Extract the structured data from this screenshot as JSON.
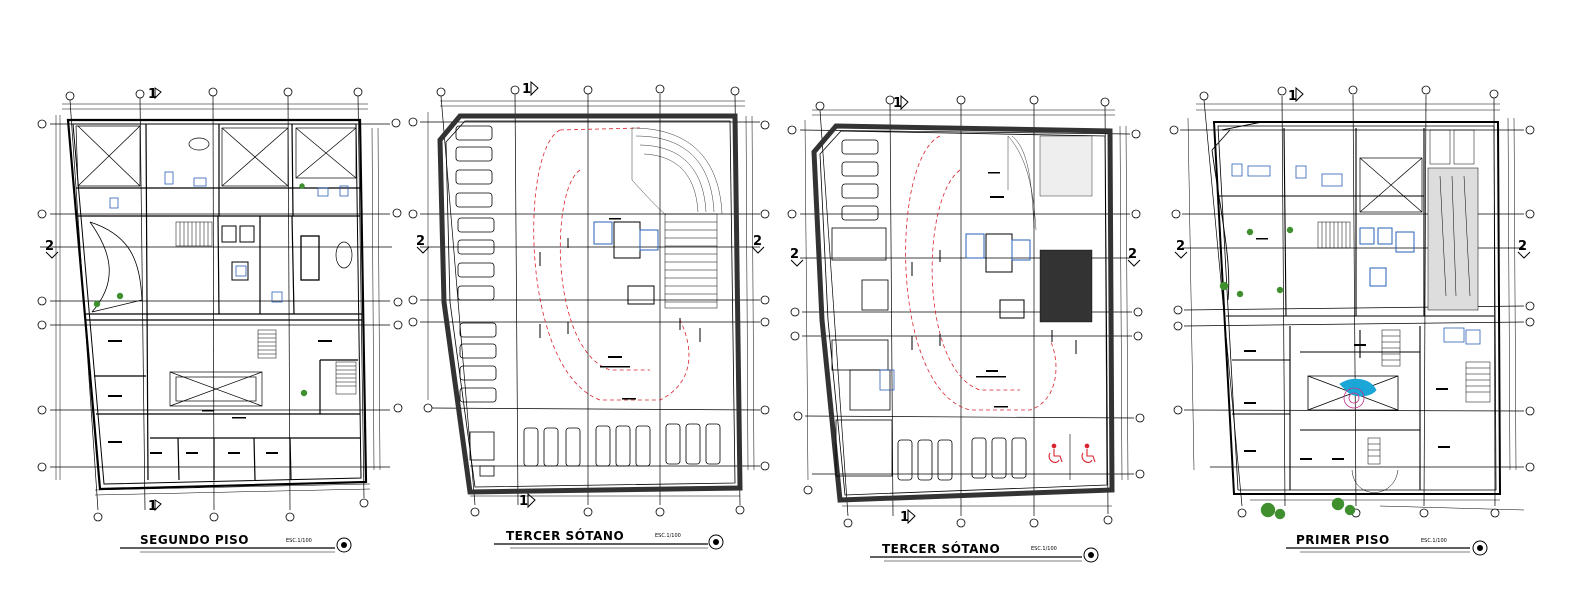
{
  "plans": [
    {
      "title": "SEGUNDO PISO",
      "scale": "ESC.1/100",
      "axis_top": "1",
      "axis_bottom": "1",
      "axis_left": "2",
      "axis_right": ""
    },
    {
      "title": "TERCER SÓTANO",
      "scale": "ESC.1/100",
      "axis_top": "1",
      "axis_bottom": "1",
      "axis_left": "2",
      "axis_right": "2"
    },
    {
      "title": "TERCER SÓTANO",
      "scale": "ESC.1/100",
      "axis_top": "1",
      "axis_bottom": "1",
      "axis_left": "2",
      "axis_right": "2"
    },
    {
      "title": "PRIMER PISO",
      "scale": "ESC.1/100",
      "axis_top": "1",
      "axis_bottom": "",
      "axis_left": "2",
      "axis_right": "2"
    }
  ],
  "colors": {
    "line": "#000000",
    "ramp_red": "#d9232e",
    "furniture_green": "#3f8f2f",
    "fixture_blue": "#2a5fb8",
    "accessible_red": "#d9232e",
    "accent_magenta": "#c2338c",
    "accent_cyan": "#1aa6d6"
  }
}
